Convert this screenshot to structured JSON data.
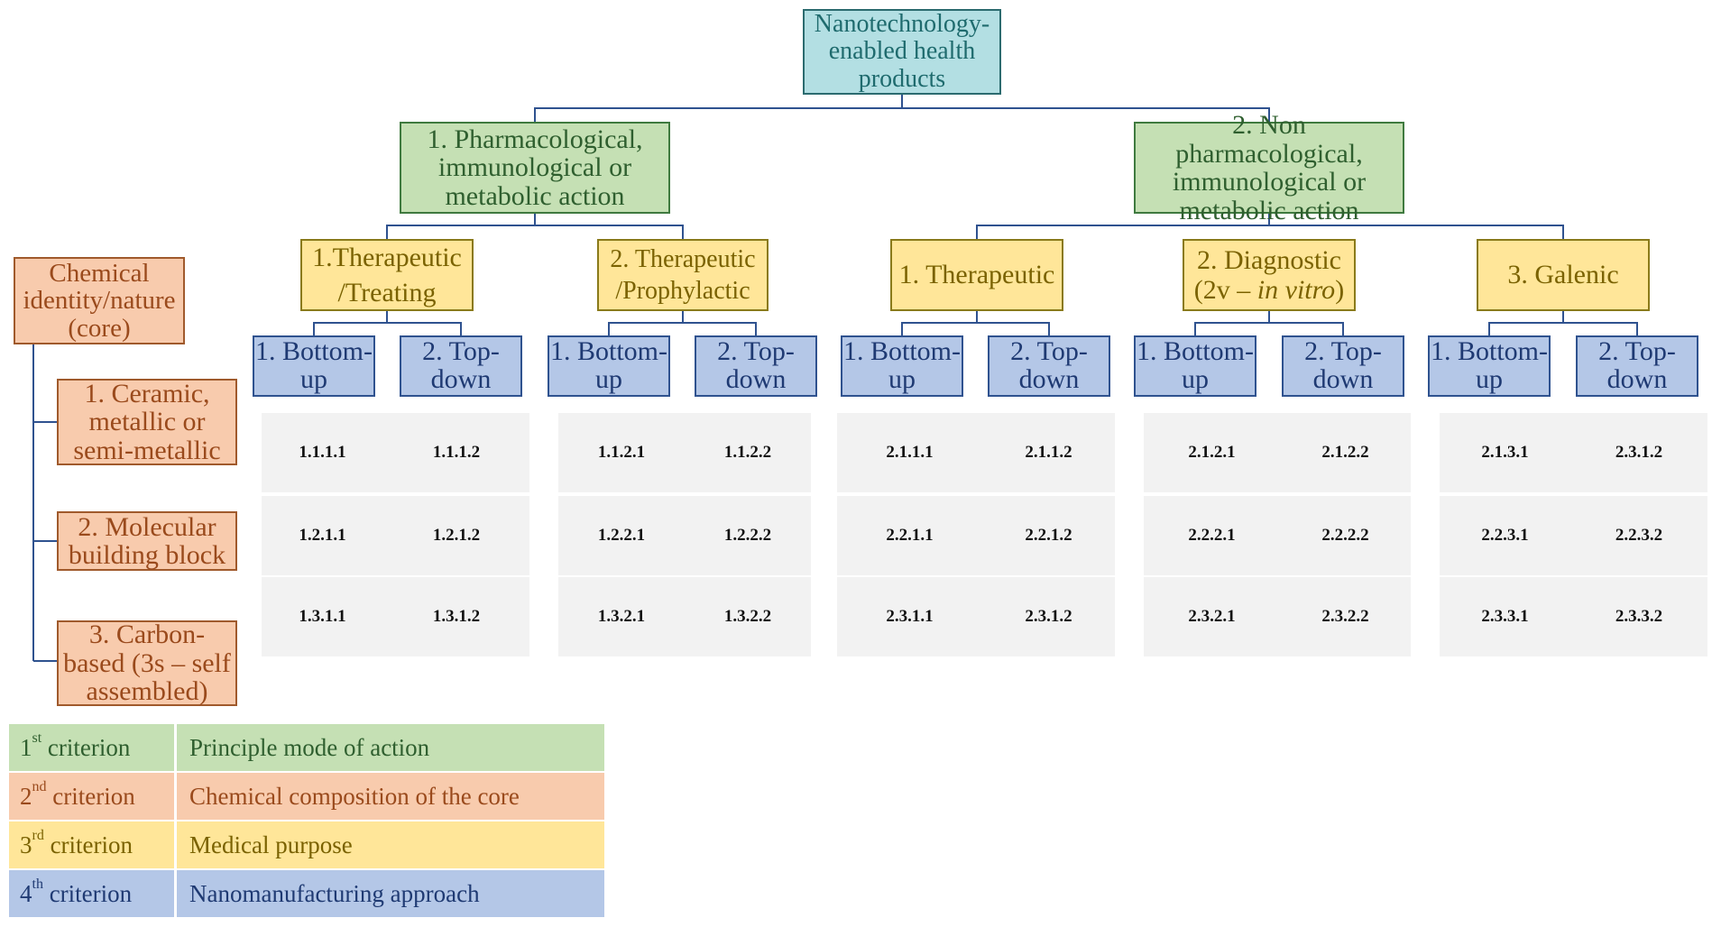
{
  "root": {
    "line1": "Nanotechnology-",
    "line2": "enabled health",
    "line3": "products"
  },
  "level1": [
    {
      "line1": "1. Pharmacological,",
      "line2": "immunological or",
      "line3": "metabolic action"
    },
    {
      "line1": "2. Non pharmacological,",
      "line2": "immunological or",
      "line3": "metabolic action"
    }
  ],
  "level2": [
    {
      "line1": "1.Therapeutic",
      "line2": "/Treating"
    },
    {
      "line1": "2. Therapeutic",
      "line2": "/Prophylactic"
    },
    {
      "line1": "1. Therapeutic"
    },
    {
      "line1": "2. Diagnostic",
      "line2_pre": "(2v – ",
      "line2_em": "in vitro",
      "line2_post": ")"
    },
    {
      "line1": "3. Galenic"
    }
  ],
  "level3": {
    "bottom_up": {
      "line1": "1. Bottom-",
      "line2": "up"
    },
    "top_down": {
      "line1": "2. Top-",
      "line2": "down"
    }
  },
  "chemical": {
    "header": {
      "line1": "Chemical",
      "line2": "identity/nature",
      "line3": "(core)"
    },
    "items": [
      {
        "line1": "1. Ceramic,",
        "line2": "metallic or",
        "line3": "semi-metallic"
      },
      {
        "line1": "2. Molecular",
        "line2": "building block"
      },
      {
        "line1": "3. Carbon-",
        "line2": "based (3s – self",
        "line3": "assembled)"
      }
    ]
  },
  "grid": [
    [
      [
        "1.1.1.1",
        "1.1.1.2"
      ],
      [
        "1.1.2.1",
        "1.1.2.2"
      ],
      [
        "2.1.1.1",
        "2.1.1.2"
      ],
      [
        "2.1.2.1",
        "2.1.2.2"
      ],
      [
        "2.1.3.1",
        "2.3.1.2"
      ]
    ],
    [
      [
        "1.2.1.1",
        "1.2.1.2"
      ],
      [
        "1.2.2.1",
        "1.2.2.2"
      ],
      [
        "2.2.1.1",
        "2.2.1.2"
      ],
      [
        "2.2.2.1",
        "2.2.2.2"
      ],
      [
        "2.2.3.1",
        "2.2.3.2"
      ]
    ],
    [
      [
        "1.3.1.1",
        "1.3.1.2"
      ],
      [
        "1.3.2.1",
        "1.3.2.2"
      ],
      [
        "2.3.1.1",
        "2.3.1.2"
      ],
      [
        "2.3.2.1",
        "2.3.2.2"
      ],
      [
        "2.3.3.1",
        "2.3.3.2"
      ]
    ]
  ],
  "legend": [
    {
      "num": "1",
      "sup": "st",
      "word": " criterion",
      "desc": "Principle mode of action",
      "bg": "#c5e0b4",
      "color": "#2f5f2f"
    },
    {
      "num": "2",
      "sup": "nd",
      "word": " criterion",
      "desc": "Chemical composition of the core",
      "bg": "#f8cbad",
      "color": "#9a4a1c"
    },
    {
      "num": "3",
      "sup": "rd",
      "word": " criterion",
      "desc": "Medical purpose",
      "bg": "#ffe699",
      "color": "#7a6200"
    },
    {
      "num": "4",
      "sup": "th",
      "word": " criterion",
      "desc": "Nanomanufacturing approach",
      "bg": "#b4c7e7",
      "color": "#1f3a73"
    }
  ],
  "colors": {
    "connector": "#2f528f"
  }
}
